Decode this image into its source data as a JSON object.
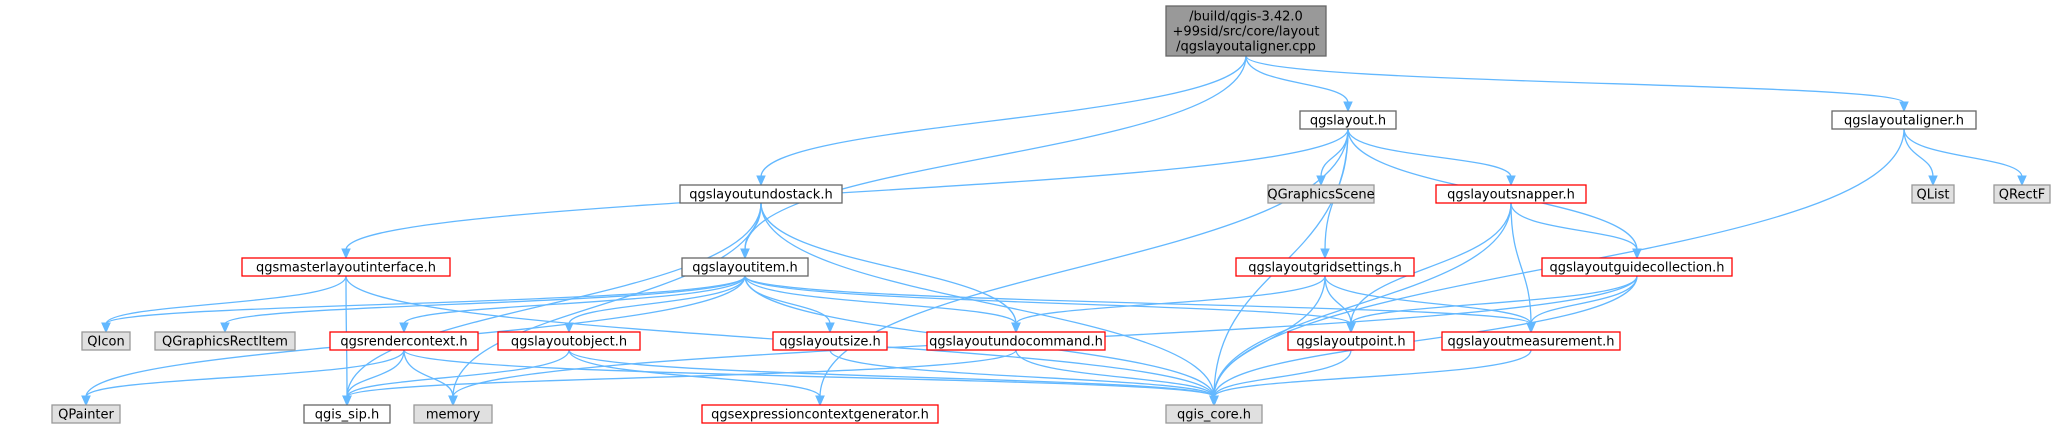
{
  "colors": {
    "root_fill": "#999999",
    "root_stroke": "#666666",
    "header_fill": "#ffffff",
    "header_stroke": "#666666",
    "red_fill": "#ffffff",
    "red_stroke": "#ff0000",
    "external_fill": "#e0e0e0",
    "external_stroke": "#999999",
    "edge": "#63b8ff"
  },
  "nodes": [
    {
      "id": "root",
      "kind": "root",
      "lines": [
        "/build/qgis-3.42.0",
        "+99sid/src/core/layout",
        "/qgslayoutaligner.cpp"
      ]
    },
    {
      "id": "qgslayout_h",
      "kind": "header",
      "lines": [
        "qgslayout.h"
      ]
    },
    {
      "id": "qgslayoutaligner_h",
      "kind": "header",
      "lines": [
        "qgslayoutaligner.h"
      ]
    },
    {
      "id": "qgslayoutundostack_h",
      "kind": "header",
      "lines": [
        "qgslayoutundostack.h"
      ]
    },
    {
      "id": "QGraphicsScene",
      "kind": "external",
      "lines": [
        "QGraphicsScene"
      ]
    },
    {
      "id": "qgslayoutsnapper_h",
      "kind": "red",
      "lines": [
        "qgslayoutsnapper.h"
      ]
    },
    {
      "id": "QList",
      "kind": "external",
      "lines": [
        "QList"
      ]
    },
    {
      "id": "QRectF",
      "kind": "external",
      "lines": [
        "QRectF"
      ]
    },
    {
      "id": "qgsmasterlayoutinterface_h",
      "kind": "red",
      "lines": [
        "qgsmasterlayoutinterface.h"
      ]
    },
    {
      "id": "qgslayoutitem_h",
      "kind": "header",
      "lines": [
        "qgslayoutitem.h"
      ]
    },
    {
      "id": "qgslayoutgridsettings_h",
      "kind": "red",
      "lines": [
        "qgslayoutgridsettings.h"
      ]
    },
    {
      "id": "qgslayoutguidecollection_h",
      "kind": "red",
      "lines": [
        "qgslayoutguidecollection.h"
      ]
    },
    {
      "id": "QIcon",
      "kind": "external",
      "lines": [
        "QIcon"
      ]
    },
    {
      "id": "QGraphicsRectItem",
      "kind": "external",
      "lines": [
        "QGraphicsRectItem"
      ]
    },
    {
      "id": "qgsrendercontext_h",
      "kind": "red",
      "lines": [
        "qgsrendercontext.h"
      ]
    },
    {
      "id": "qgslayoutobject_h",
      "kind": "red",
      "lines": [
        "qgslayoutobject.h"
      ]
    },
    {
      "id": "qgslayoutsize_h",
      "kind": "red",
      "lines": [
        "qgslayoutsize.h"
      ]
    },
    {
      "id": "qgslayoutundocommand_h",
      "kind": "red",
      "lines": [
        "qgslayoutundocommand.h"
      ]
    },
    {
      "id": "qgslayoutpoint_h",
      "kind": "red",
      "lines": [
        "qgslayoutpoint.h"
      ]
    },
    {
      "id": "qgslayoutmeasurement_h",
      "kind": "red",
      "lines": [
        "qgslayoutmeasurement.h"
      ]
    },
    {
      "id": "QPainter",
      "kind": "external",
      "lines": [
        "QPainter"
      ]
    },
    {
      "id": "qgis_sip_h",
      "kind": "header",
      "lines": [
        "qgis_sip.h"
      ]
    },
    {
      "id": "memory",
      "kind": "external",
      "lines": [
        "memory"
      ]
    },
    {
      "id": "qgsexpressioncontextgenerator_h",
      "kind": "red",
      "lines": [
        "qgsexpressioncontextgenerator.h"
      ]
    },
    {
      "id": "qgis_core_h",
      "kind": "external",
      "lines": [
        "qgis_core.h"
      ]
    }
  ],
  "edges": [
    [
      "root",
      "qgslayout_h"
    ],
    [
      "root",
      "qgslayoutaligner_h"
    ],
    [
      "root",
      "qgslayoutundostack_h"
    ],
    [
      "root",
      "qgslayoutitem_h"
    ],
    [
      "qgslayout_h",
      "QGraphicsScene"
    ],
    [
      "qgslayout_h",
      "qgslayoutsnapper_h"
    ],
    [
      "qgslayout_h",
      "qgslayoutgridsettings_h"
    ],
    [
      "qgslayout_h",
      "qgslayoutguidecollection_h"
    ],
    [
      "qgslayout_h",
      "qgis_core_h"
    ],
    [
      "qgslayout_h",
      "qgsmasterlayoutinterface_h"
    ],
    [
      "qgslayout_h",
      "qgsexpressioncontextgenerator_h"
    ],
    [
      "qgslayoutaligner_h",
      "QList"
    ],
    [
      "qgslayoutaligner_h",
      "QRectF"
    ],
    [
      "qgslayoutaligner_h",
      "qgis_core_h"
    ],
    [
      "qgslayoutundostack_h",
      "qgslayoutitem_h"
    ],
    [
      "qgslayoutundostack_h",
      "qgslayoutundocommand_h"
    ],
    [
      "qgslayoutundostack_h",
      "qgis_core_h"
    ],
    [
      "qgslayoutundostack_h",
      "qgis_sip_h"
    ],
    [
      "qgslayoutundostack_h",
      "memory"
    ],
    [
      "qgsmasterlayoutinterface_h",
      "QIcon"
    ],
    [
      "qgsmasterlayoutinterface_h",
      "qgis_core_h"
    ],
    [
      "qgsmasterlayoutinterface_h",
      "qgis_sip_h"
    ],
    [
      "qgslayoutitem_h",
      "QIcon"
    ],
    [
      "qgslayoutitem_h",
      "QGraphicsRectItem"
    ],
    [
      "qgslayoutitem_h",
      "qgsrendercontext_h"
    ],
    [
      "qgslayoutitem_h",
      "qgslayoutobject_h"
    ],
    [
      "qgslayoutitem_h",
      "qgslayoutsize_h"
    ],
    [
      "qgslayoutitem_h",
      "qgslayoutundocommand_h"
    ],
    [
      "qgslayoutitem_h",
      "qgslayoutpoint_h"
    ],
    [
      "qgslayoutitem_h",
      "qgslayoutmeasurement_h"
    ],
    [
      "qgslayoutitem_h",
      "qgis_core_h"
    ],
    [
      "qgslayoutitem_h",
      "QPainter"
    ],
    [
      "qgslayoutsnapper_h",
      "qgslayoutguidecollection_h"
    ],
    [
      "qgslayoutsnapper_h",
      "qgslayoutpoint_h"
    ],
    [
      "qgslayoutsnapper_h",
      "qgslayoutmeasurement_h"
    ],
    [
      "qgslayoutsnapper_h",
      "qgis_core_h"
    ],
    [
      "qgslayoutgridsettings_h",
      "qgslayoutundocommand_h"
    ],
    [
      "qgslayoutgridsettings_h",
      "qgslayoutpoint_h"
    ],
    [
      "qgslayoutgridsettings_h",
      "qgslayoutmeasurement_h"
    ],
    [
      "qgslayoutgridsettings_h",
      "qgis_core_h"
    ],
    [
      "qgslayoutguidecollection_h",
      "qgslayoutpoint_h"
    ],
    [
      "qgslayoutguidecollection_h",
      "qgslayoutmeasurement_h"
    ],
    [
      "qgslayoutguidecollection_h",
      "qgis_core_h"
    ],
    [
      "qgslayoutguidecollection_h",
      "memory"
    ],
    [
      "qgsrendercontext_h",
      "QPainter"
    ],
    [
      "qgsrendercontext_h",
      "qgis_sip_h"
    ],
    [
      "qgsrendercontext_h",
      "memory"
    ],
    [
      "qgsrendercontext_h",
      "qgis_core_h"
    ],
    [
      "qgslayoutobject_h",
      "qgis_sip_h"
    ],
    [
      "qgslayoutobject_h",
      "qgsexpressioncontextgenerator_h"
    ],
    [
      "qgslayoutobject_h",
      "qgis_core_h"
    ],
    [
      "qgslayoutsize_h",
      "qgis_core_h"
    ],
    [
      "qgslayoutundocommand_h",
      "qgis_core_h"
    ],
    [
      "qgslayoutundocommand_h",
      "qgis_sip_h"
    ],
    [
      "qgslayoutpoint_h",
      "qgis_core_h"
    ],
    [
      "qgslayoutmeasurement_h",
      "qgis_core_h"
    ]
  ]
}
